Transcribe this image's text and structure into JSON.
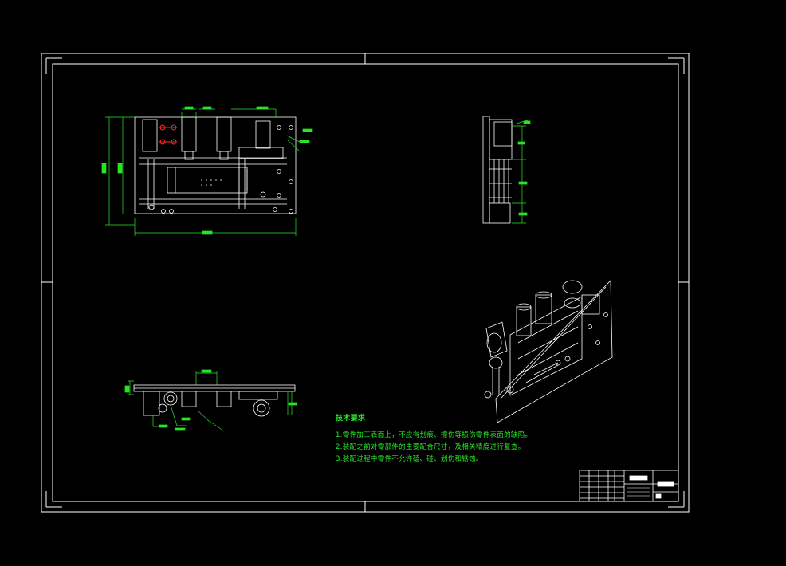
{
  "drawing": {
    "background": "#000000",
    "frame_color": "#ffffff",
    "line_color": "#ffffff",
    "dim_color": "#29e329",
    "highlight_color": "#ff2a2a"
  },
  "technical_requirements": {
    "title": "技术要求",
    "items": [
      "1.零件加工表面上，不应有划痕、擦伤等损伤零件表面的缺陷。",
      "2.装配之前对零部件的主要配合尺寸，及相关精度进行复查。",
      "3.装配过程中零件不允许磕、碰、划伤和锈蚀。"
    ]
  }
}
